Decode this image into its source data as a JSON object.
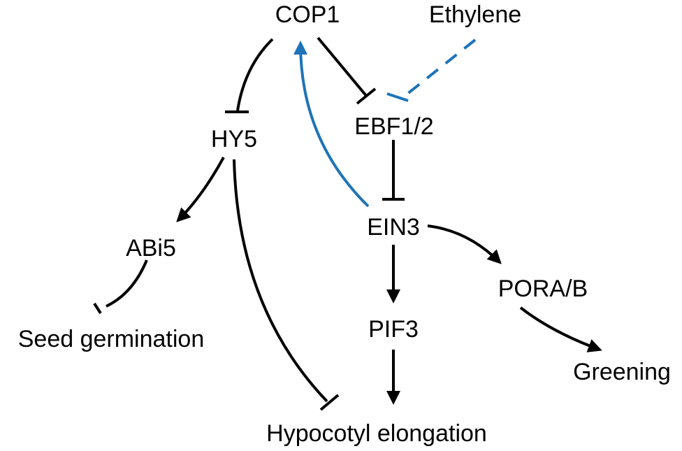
{
  "nodes": {
    "cop1": "COP1",
    "ethylene": "Ethylene",
    "hy5": "HY5",
    "ebf12": "EBF1/2",
    "abi5": "ABi5",
    "ein3": "EIN3",
    "pora_b": "PORA/B",
    "pif3": "PIF3",
    "seed_germination": "Seed germination",
    "greening": "Greening",
    "hypocotyl_elongation": "Hypocotyl elongation"
  },
  "colors": {
    "activation_black": "#000000",
    "feedback_blue": "#1f73b7"
  },
  "edges": [
    {
      "from": "COP1",
      "to": "HY5",
      "type": "inhibition"
    },
    {
      "from": "COP1",
      "to": "EBF1/2",
      "type": "inhibition"
    },
    {
      "from": "Ethylene",
      "to": "EBF1/2",
      "type": "inhibition-dashed"
    },
    {
      "from": "EIN3",
      "to": "COP1",
      "type": "activation"
    },
    {
      "from": "EBF1/2",
      "to": "EIN3",
      "type": "inhibition"
    },
    {
      "from": "HY5",
      "to": "ABi5",
      "type": "activation"
    },
    {
      "from": "HY5",
      "to": "Hypocotyl elongation",
      "type": "inhibition"
    },
    {
      "from": "ABi5",
      "to": "Seed germination",
      "type": "inhibition"
    },
    {
      "from": "EIN3",
      "to": "PIF3",
      "type": "activation"
    },
    {
      "from": "EIN3",
      "to": "PORA/B",
      "type": "activation"
    },
    {
      "from": "PIF3",
      "to": "Hypocotyl elongation",
      "type": "activation"
    },
    {
      "from": "PORA/B",
      "to": "Greening",
      "type": "activation"
    }
  ]
}
